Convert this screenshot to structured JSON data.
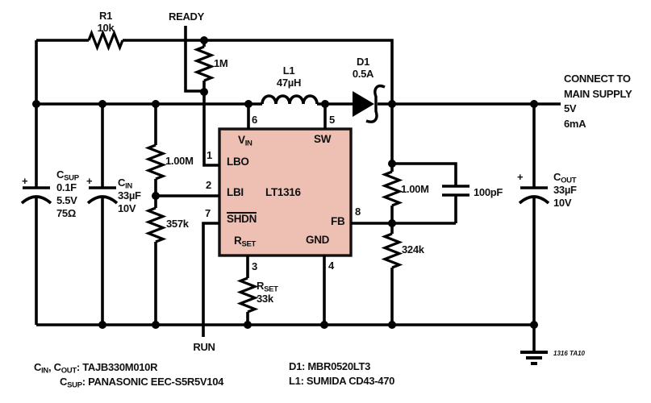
{
  "colors": {
    "wire": "#000000",
    "ic_fill": "#eec0b4",
    "ic_border": "#111111",
    "background": "#ffffff"
  },
  "ic": {
    "part": "LT1316",
    "pin_vin": {
      "num": "6",
      "base": "V",
      "sub": "IN"
    },
    "pin_sw": {
      "num": "5",
      "label": "SW"
    },
    "pin_lbo": {
      "num": "1",
      "label": "LBO"
    },
    "pin_lbi": {
      "num": "2",
      "label": "LBI"
    },
    "pin_shdn": {
      "num": "7",
      "label": "SHDN"
    },
    "pin_fb": {
      "num": "8",
      "label": "FB"
    },
    "pin_rset": {
      "num": "3",
      "base": "R",
      "sub": "SET"
    },
    "pin_gnd": {
      "num": "4",
      "label": "GND"
    }
  },
  "resistors": {
    "r1": {
      "ref": "R1",
      "value": "10k"
    },
    "lbo_pullup": {
      "value": "1M"
    },
    "lbi_top": {
      "value": "1.00M"
    },
    "lbi_bottom": {
      "value": "357k"
    },
    "rset": {
      "base": "R",
      "sub": "SET",
      "value": "33k"
    },
    "fb_top": {
      "value": "1.00M"
    },
    "fb_bottom": {
      "value": "324k"
    }
  },
  "capacitors": {
    "c_sup": {
      "base": "C",
      "sub": "SUP",
      "plus": "+",
      "values": [
        "0.1F",
        "5.5V",
        "75Ω"
      ]
    },
    "c_in": {
      "base": "C",
      "sub": "IN",
      "plus": "+",
      "values": [
        "33µF",
        "10V"
      ]
    },
    "c_out": {
      "base": "C",
      "sub": "OUT",
      "plus": "+",
      "values": [
        "33µF",
        "10V"
      ]
    },
    "c_comp": {
      "value": "100pF"
    }
  },
  "inductor": {
    "ref": "L1",
    "value": "47µH"
  },
  "diode": {
    "ref": "D1",
    "value": "0.5A"
  },
  "signals": {
    "ready": "READY",
    "run": "RUN"
  },
  "output": {
    "lines": [
      "CONNECT TO",
      "MAIN SUPPLY",
      "5V",
      "6mA"
    ]
  },
  "notes_left": {
    "line1": [
      {
        "t": "C"
      },
      {
        "s": "IN"
      },
      {
        "t": ", C"
      },
      {
        "s": "OUT"
      },
      {
        "t": ": TAJB330M010R"
      }
    ],
    "line2": [
      {
        "t": "C"
      },
      {
        "s": "SUP"
      },
      {
        "t": ": PANASONIC EEC-S5R5V104"
      }
    ]
  },
  "notes_right": {
    "d1": "D1: MBR0520LT3",
    "l1": "L1: SUMIDA CD43-470"
  },
  "tag": "1316 TA10"
}
